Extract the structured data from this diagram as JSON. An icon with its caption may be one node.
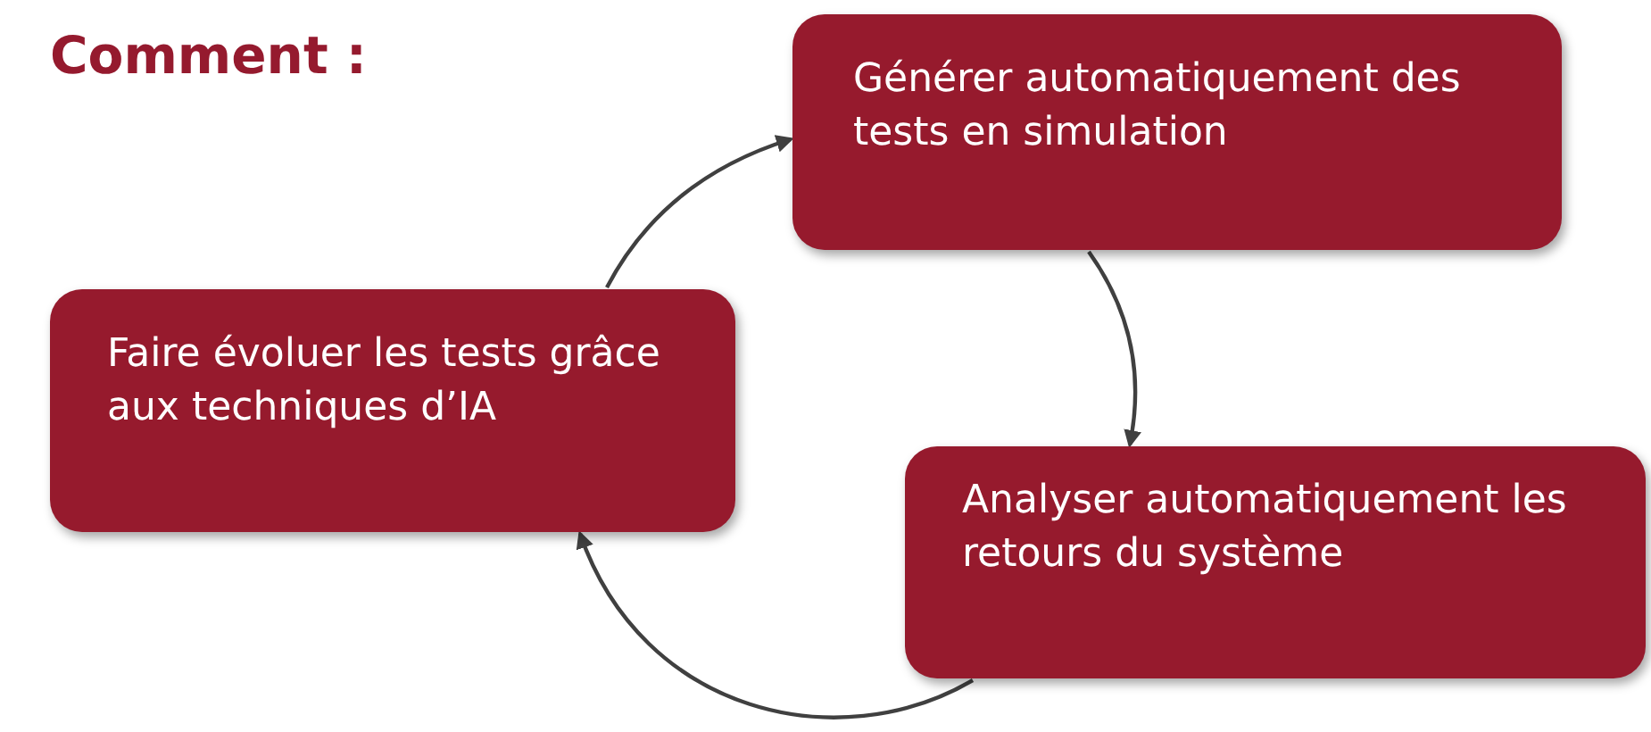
{
  "diagram": {
    "title": "Comment :",
    "nodes": [
      {
        "text": [
          "Générer automatiquement des tests en simulation"
        ]
      },
      {
        "text": [
          "Analyser automatiquement les retours du système"
        ]
      },
      {
        "text": [
          "Faire évoluer les tests grâce aux techniques d’IA"
        ]
      }
    ],
    "edges": [
      {
        "from": 0,
        "to": 1,
        "arrow": "to"
      },
      {
        "from": 1,
        "to": 2,
        "arrow": "to"
      },
      {
        "from": 2,
        "to": 0,
        "arrow": "to"
      }
    ]
  }
}
